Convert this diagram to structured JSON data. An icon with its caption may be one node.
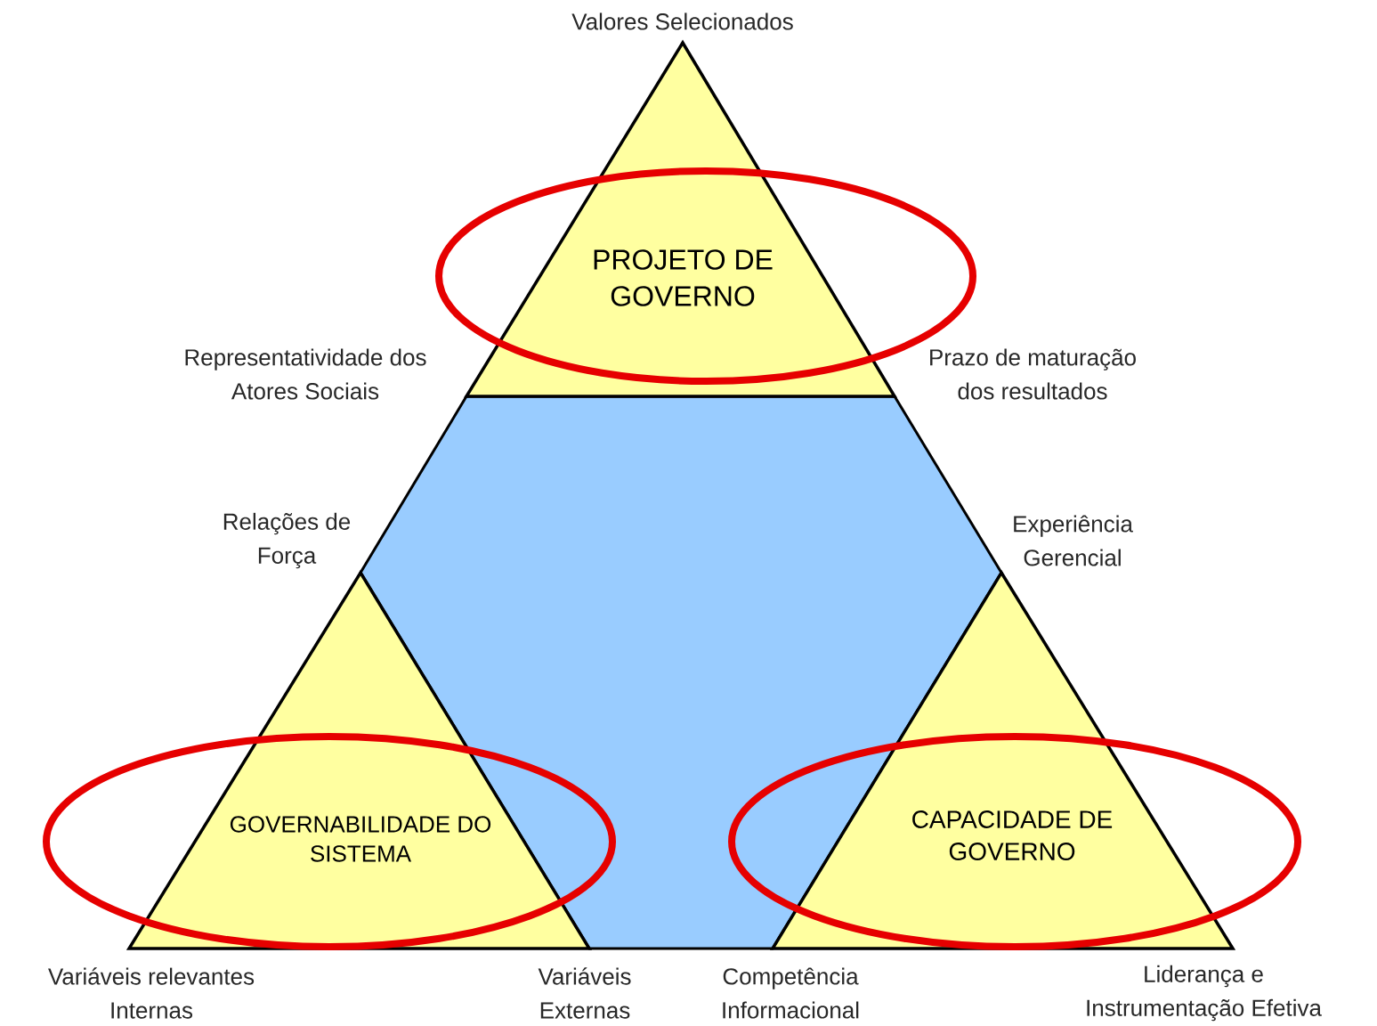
{
  "diagram": {
    "nodes": [
      {
        "text": [
          "PROJETO DE GOVERNO"
        ]
      },
      {
        "text": [
          "GOVERNABILIDADE DO SISTEMA"
        ]
      },
      {
        "text": [
          "CAPACIDADE DE GOVERNO"
        ]
      },
      {
        "text": [],
        "shape": "hexagon"
      }
    ],
    "labels": [
      "Valores Selecionados",
      "Representatividade dos Atores Sociais",
      "Prazo de maturação dos resultados",
      "Relações de Força",
      "Experiência Gerencial",
      "Variáveis relevantes Internas",
      "Variáveis Externas",
      "Competência Informacional",
      "Liderança e Instrumentação Efetiva"
    ]
  }
}
